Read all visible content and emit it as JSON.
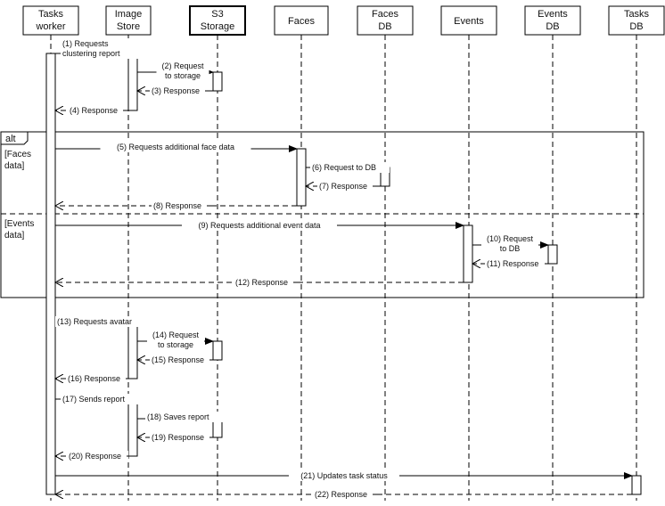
{
  "participants": [
    {
      "id": "tw",
      "label": [
        "Tasks",
        "worker"
      ]
    },
    {
      "id": "is",
      "label": [
        "Image",
        "Store"
      ]
    },
    {
      "id": "s3",
      "label": [
        "S3",
        "Storage"
      ]
    },
    {
      "id": "faces",
      "label": [
        "Faces"
      ]
    },
    {
      "id": "fdb",
      "label": [
        "Faces",
        "DB"
      ]
    },
    {
      "id": "events",
      "label": [
        "Events"
      ]
    },
    {
      "id": "edb",
      "label": [
        "Events",
        "DB"
      ]
    },
    {
      "id": "tdb",
      "label": [
        "Tasks",
        "DB"
      ]
    }
  ],
  "fragment": {
    "operator": "alt",
    "guards": [
      [
        "[Faces",
        "data]"
      ],
      [
        "[Events",
        "data]"
      ]
    ]
  },
  "messages": [
    {
      "from": "tw",
      "to": "is",
      "kind": "sync",
      "label": [
        "(1) Requests",
        "clustering report"
      ]
    },
    {
      "from": "is",
      "to": "s3",
      "kind": "sync",
      "label": [
        "(2) Request",
        "to storage"
      ]
    },
    {
      "from": "s3",
      "to": "is",
      "kind": "reply",
      "label": [
        "(3) Response"
      ]
    },
    {
      "from": "is",
      "to": "tw",
      "kind": "reply",
      "label": [
        "(4) Response"
      ]
    },
    {
      "from": "tw",
      "to": "faces",
      "kind": "sync",
      "label": [
        "(5) Requests additional face data"
      ]
    },
    {
      "from": "faces",
      "to": "fdb",
      "kind": "sync",
      "label": [
        "(6) Request to DB"
      ]
    },
    {
      "from": "fdb",
      "to": "faces",
      "kind": "reply",
      "label": [
        "(7) Response"
      ]
    },
    {
      "from": "faces",
      "to": "tw",
      "kind": "reply",
      "label": [
        "(8) Response"
      ]
    },
    {
      "from": "tw",
      "to": "events",
      "kind": "sync",
      "label": [
        "(9) Requests additional event data"
      ]
    },
    {
      "from": "events",
      "to": "edb",
      "kind": "sync",
      "label": [
        "(10) Request",
        "to DB"
      ]
    },
    {
      "from": "edb",
      "to": "events",
      "kind": "reply",
      "label": [
        "(11) Response"
      ]
    },
    {
      "from": "events",
      "to": "tw",
      "kind": "reply",
      "label": [
        "(12) Response"
      ]
    },
    {
      "from": "tw",
      "to": "is",
      "kind": "sync",
      "label": [
        "(13) Requests avatar"
      ]
    },
    {
      "from": "is",
      "to": "s3",
      "kind": "sync",
      "label": [
        "(14) Request",
        "to storage"
      ]
    },
    {
      "from": "s3",
      "to": "is",
      "kind": "reply",
      "label": [
        "(15) Response"
      ]
    },
    {
      "from": "is",
      "to": "tw",
      "kind": "reply",
      "label": [
        "(16) Response"
      ]
    },
    {
      "from": "tw",
      "to": "is",
      "kind": "sync",
      "label": [
        "(17) Sends report"
      ]
    },
    {
      "from": "is",
      "to": "s3",
      "kind": "sync",
      "label": [
        "(18) Saves report"
      ]
    },
    {
      "from": "s3",
      "to": "is",
      "kind": "reply",
      "label": [
        "(19) Response"
      ]
    },
    {
      "from": "is",
      "to": "tw",
      "kind": "reply",
      "label": [
        "(20) Response"
      ]
    },
    {
      "from": "tw",
      "to": "tdb",
      "kind": "sync",
      "label": [
        "(21) Updates task status"
      ]
    },
    {
      "from": "tdb",
      "to": "tw",
      "kind": "reply",
      "label": [
        "(22) Response"
      ]
    }
  ]
}
